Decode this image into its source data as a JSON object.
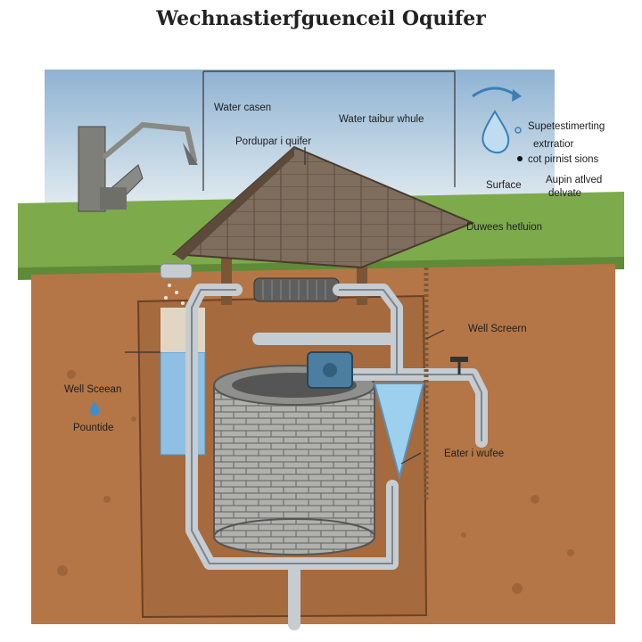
{
  "title": "Wechnastierƒguenceil Oquifer",
  "labels": {
    "water_casen": "Water casen",
    "water_taibur": "Water taibur whule",
    "pordupar": "Pordupar i quifer",
    "supetestimerting": "Supetestimerting",
    "extrratior": "extrratior",
    "cot_pirnist": "cot pirnist sions",
    "surface": "Surface",
    "aupin_1": "Aupin atlved",
    "aupin_2": "delvate",
    "duwees": "Duwees  hetluion",
    "well_screern": "Well Screern",
    "well_sceean": "Well Sceean",
    "pountide": "Pountide",
    "eater_wufee": "Eater i wufee"
  },
  "colors": {
    "sky": "#a9c6de",
    "grass": "#7fae4e",
    "soil": "#b77a4a",
    "soil_dark": "#9a5f35",
    "roof": "#7b6a5a",
    "brick": "#a9a9a6",
    "pipe": "#c5ccd2",
    "water": "#8fc0e4",
    "motor": "#4b7ea1"
  }
}
